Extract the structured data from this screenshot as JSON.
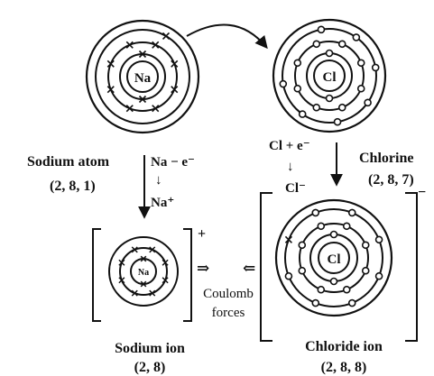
{
  "atoms": {
    "sodium_atom": {
      "symbol": "Na",
      "name": "Sodium atom",
      "config": "(2, 8, 1)"
    },
    "chlorine_atom": {
      "symbol": "Cl",
      "name": "Chlorine",
      "config": "(2, 8, 7)"
    },
    "sodium_ion": {
      "symbol": "Na",
      "name": "Sodium ion",
      "config": "(2, 8)",
      "charge": "+"
    },
    "chloride_ion": {
      "symbol": "Cl",
      "name": "Chloride ion",
      "config": "(2, 8, 8)",
      "charge": "−"
    }
  },
  "reactions": {
    "sodium": {
      "equation": "Na − e⁻",
      "arrow": "↓",
      "product": "Na⁺"
    },
    "chlorine": {
      "equation": "Cl + e⁻",
      "arrow": "↓",
      "product": "Cl⁻"
    }
  },
  "force": {
    "line1": "Coulomb",
    "line2": "forces",
    "arrow_right": "⇒",
    "arrow_left": "⇐"
  }
}
